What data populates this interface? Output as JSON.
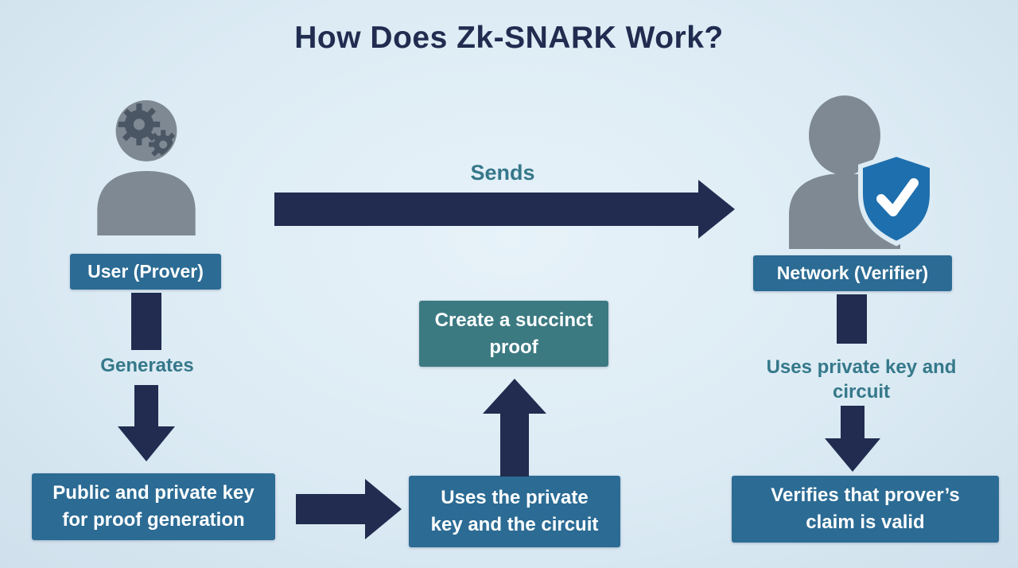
{
  "title": "How Does Zk-SNARK Work?",
  "labels": {
    "sends": "Sends",
    "generates": "Generates",
    "uses_key_circuit": {
      "line1": "Uses private key and",
      "line2": "circuit"
    }
  },
  "nodes": {
    "prover": "User (Prover)",
    "verifier": "Network (Verifier)",
    "create_proof": {
      "line1": "Create a succinct",
      "line2": "proof"
    },
    "uses_private_key": {
      "line1": "Uses the private",
      "line2": "key and the circuit"
    },
    "public_private_key": {
      "line1": "Public and private key",
      "line2": "for proof generation"
    },
    "verifies_claim": {
      "line1": "Verifies that prover’s",
      "line2": "claim is valid"
    }
  },
  "icons": {
    "prover": "person-gears-icon",
    "verifier": "person-shield-check-icon"
  },
  "colors": {
    "background": "#dcebf4",
    "navy": "#212c50",
    "box_blue": "#2b6b94",
    "box_teal": "#3c7a82",
    "teal_text": "#35788a",
    "gray_icon": "#7e8994",
    "gear_dark": "#4a5663",
    "shield_blue": "#1d6fae"
  }
}
